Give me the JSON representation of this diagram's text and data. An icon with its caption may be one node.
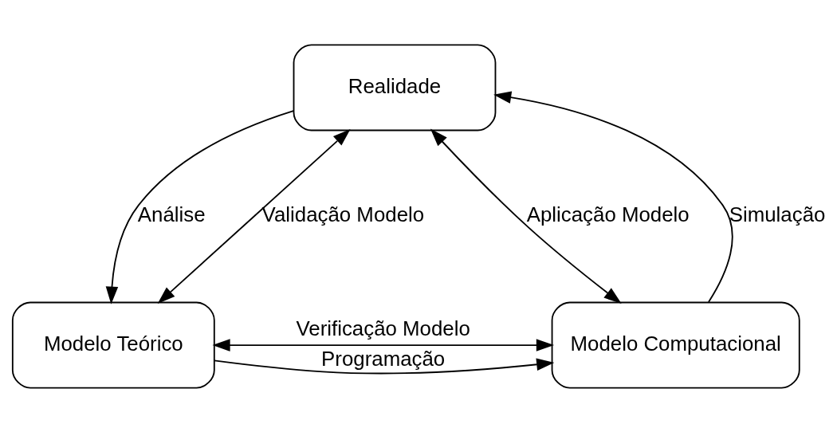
{
  "diagram": {
    "nodes": [
      {
        "text": [
          "Realidade"
        ]
      },
      {
        "text": [
          "Modelo Computacional"
        ]
      },
      {
        "text": [
          "Modelo Teórico"
        ]
      }
    ],
    "edges": [
      {
        "from": 1,
        "to": 0,
        "arrow": "both",
        "label": "Aplicação Modelo"
      },
      {
        "from": 2,
        "to": 0,
        "arrow": "both",
        "label": "Validação Modelo"
      },
      {
        "from": 1,
        "to": 0,
        "arrow": "to",
        "label": "Simulação"
      },
      {
        "from": 0,
        "to": 2,
        "arrow": "to",
        "label": "Análise"
      },
      {
        "from": 2,
        "to": 1,
        "arrow": "to",
        "label": "Programação"
      },
      {
        "from": 1,
        "to": 2,
        "arrow": "both",
        "label": "Verificação Modelo"
      }
    ]
  }
}
